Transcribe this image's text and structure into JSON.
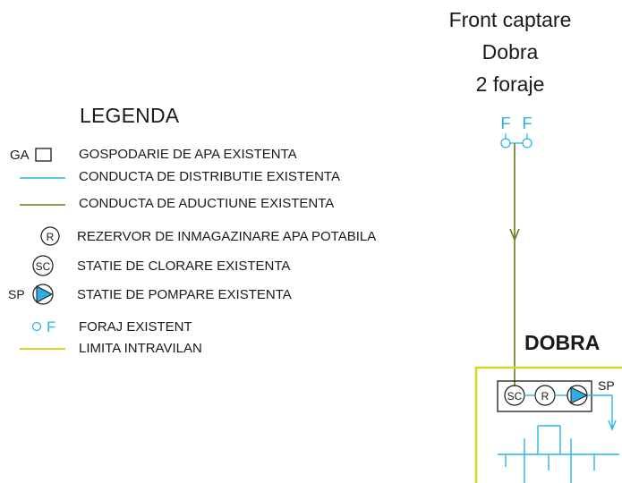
{
  "legend": {
    "title": "LEGENDA",
    "items": [
      {
        "symbol_text": "GA",
        "label": "GOSPODARIE DE APA EXISTENTA"
      },
      {
        "label": "CONDUCTA DE DISTRIBUTIE EXISTENTA"
      },
      {
        "label": "CONDUCTA DE ADUCTIUNE EXISTENTA"
      },
      {
        "symbol_text": "R",
        "label": "REZERVOR DE INMAGAZINARE APA POTABILA"
      },
      {
        "symbol_text": "SC",
        "label": "STATIE DE CLORARE EXISTENTA"
      },
      {
        "symbol_text": "SP",
        "label": "STATIE DE POMPARE EXISTENTA"
      },
      {
        "symbol_text": "F",
        "label": "FORAJ EXISTENT"
      },
      {
        "label": "LIMITA INTRAVILAN"
      }
    ]
  },
  "source": {
    "lines": [
      "Front captare",
      "Dobra",
      "2 foraje"
    ],
    "well_labels": [
      "F",
      "F"
    ]
  },
  "locality": {
    "name": "DOBRA",
    "station_labels": {
      "sc": "SC",
      "r": "R",
      "sp": "SP"
    }
  },
  "colors": {
    "distribution": "#29b6e6",
    "adduction": "#6b7a1e",
    "intravilan": "#d9d22a",
    "pump_fill": "#2eaee6",
    "text": "#1a1a1a"
  },
  "icons": {
    "ga": "square-outline-icon",
    "r": "circle-letter-icon",
    "sc": "circle-letter-icon",
    "sp": "pump-triangle-icon",
    "f": "small-circle-icon"
  }
}
